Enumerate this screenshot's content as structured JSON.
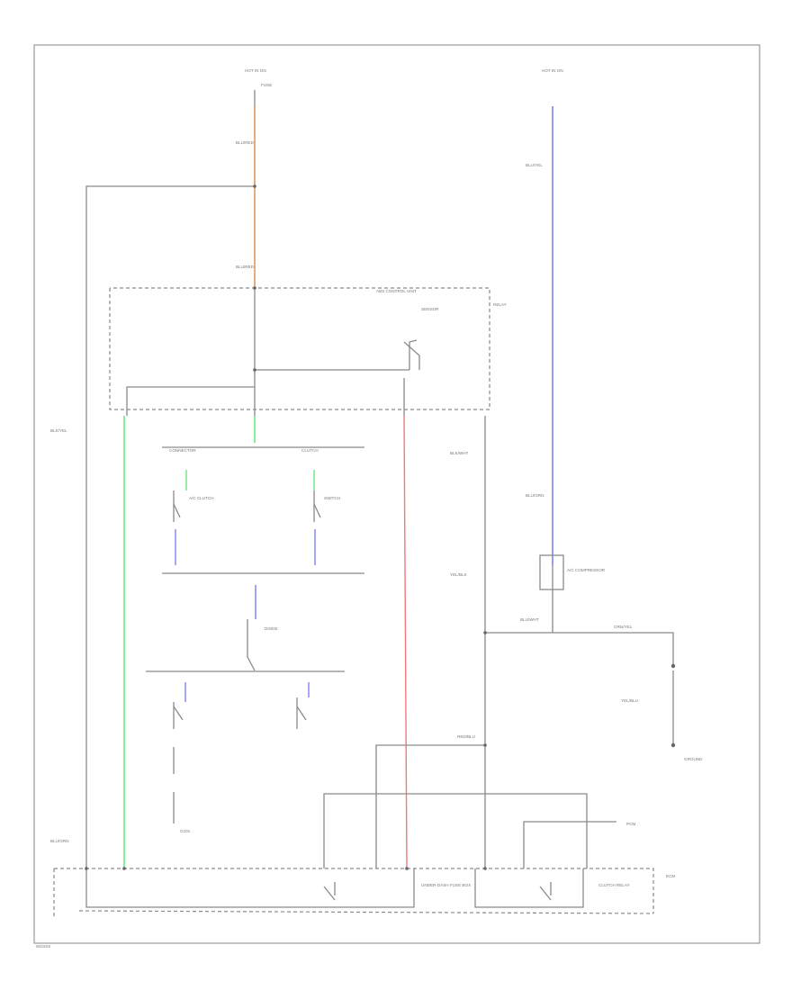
{
  "diagram": {
    "title": "",
    "code": "WD4SS",
    "colors": {
      "background": "#ffffff",
      "line": "#8a8a8a",
      "orange_wire": "#d98a4a",
      "blue_wire": "#6f6ff0",
      "green_wire": "#4fe36a",
      "red_wire": "#f07a7a"
    },
    "labels": [
      "HOT IN ON",
      "HOT IN ON",
      "FUSE",
      "BLU/RED",
      "BLU/RED",
      "BLK/YEL",
      "BLU/YEL",
      "BLU/GRN",
      "BLU/GRN",
      "BLK/WHT",
      "YEL/BLK",
      "RED/BLU",
      "GRN/YEL",
      "YEL/BLU",
      "BLU/WHT",
      "ABS CONTROL UNIT",
      "RELAY",
      "SENSOR",
      "CONNECTOR",
      "CLUTCH",
      "GROUND",
      "A/C CLUTCH",
      "SWITCH",
      "DIODE",
      "A/C COMPRESSOR",
      "CLUTCH RELAY",
      "UNDER-DASH FUSE BOX",
      "ECM",
      "PCM",
      "G101"
    ]
  }
}
